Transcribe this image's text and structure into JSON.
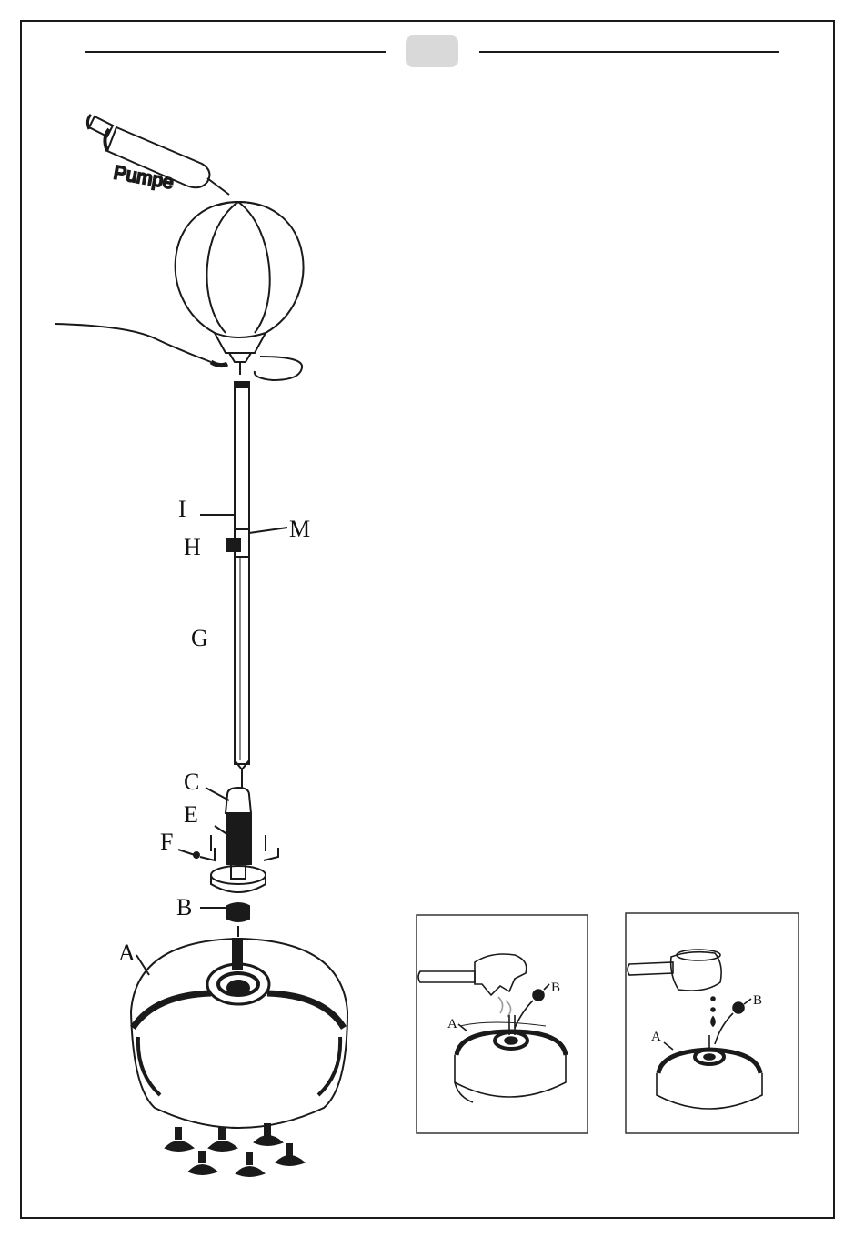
{
  "header": {
    "page_badge": ""
  },
  "diagram": {
    "pump_label": "Pumpe",
    "labels": {
      "I": "I",
      "M": "M",
      "H": "H",
      "G": "G",
      "C": "C",
      "E": "E",
      "F": "F",
      "B": "B",
      "A": "A"
    },
    "inset_left": {
      "label_a": "A",
      "label_b": "B"
    },
    "inset_right": {
      "label_a": "A",
      "label_b": "B"
    }
  },
  "colors": {
    "ink": "#1a1a1a",
    "badge": "#d9d9d9",
    "background": "#ffffff"
  }
}
